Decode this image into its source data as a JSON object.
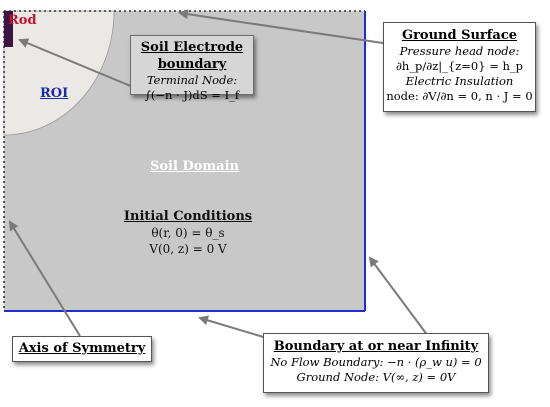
{
  "labels": {
    "rod": "Rod",
    "roi": "ROI",
    "soil_domain": "Soil Domain"
  },
  "electrode_box": {
    "title_line1": "Soil Electrode",
    "title_line2": "boundary",
    "line1": "Terminal Node:",
    "line2": "∫(−n · J)dS = I_f"
  },
  "initial_conditions": {
    "title": "Initial Conditions",
    "line1": "θ(r, 0) = θ_s",
    "line2": "V(0, z) = 0 V"
  },
  "ground_surface": {
    "title": "Ground Surface",
    "line1": "Pressure head node:",
    "line2": "∂h_p/∂z|_{z=0} = h_p",
    "line3": "Electric Insulation",
    "line4": "node: ∂V/∂n = 0, n · J = 0"
  },
  "axis_symmetry": {
    "title": "Axis of Symmetry"
  },
  "infinity_box": {
    "title": "Boundary at or near Infinity",
    "line1": "No Flow Boundary: −n · (ρ_w u) = 0",
    "line2": "Ground Node: V(∞, z) = 0V"
  },
  "colors": {
    "domain_fill": "#c8c8c8",
    "roi_fill": "#ebe9e6",
    "rod_fill": "#3a1640",
    "boundary_blue": "#1e2ecc",
    "arrow_grey": "#808080",
    "label_red": "#c8102e"
  }
}
